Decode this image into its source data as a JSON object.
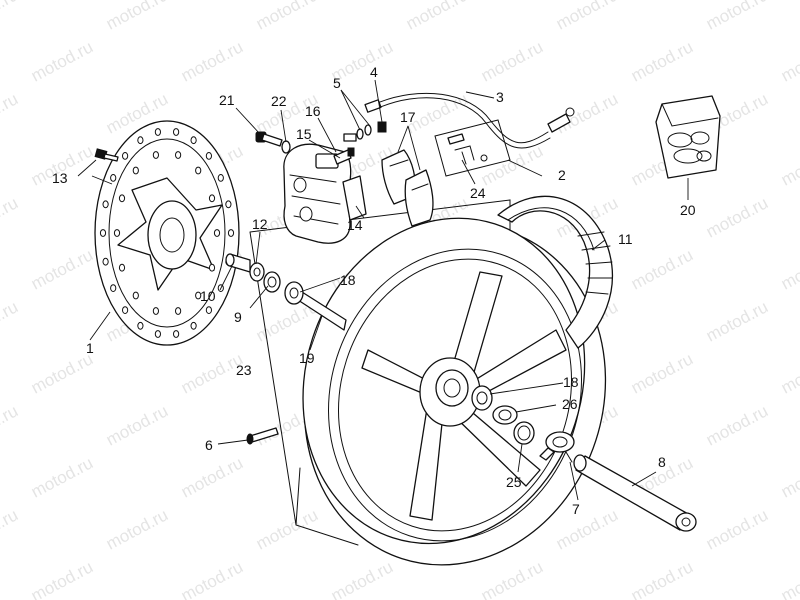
{
  "watermark": "motod.ru",
  "callouts": [
    {
      "id": "c1",
      "label": "1"
    },
    {
      "id": "c2",
      "label": "2"
    },
    {
      "id": "c3",
      "label": "3"
    },
    {
      "id": "c4",
      "label": "4"
    },
    {
      "id": "c5",
      "label": "5"
    },
    {
      "id": "c6",
      "label": "6"
    },
    {
      "id": "c7",
      "label": "7"
    },
    {
      "id": "c8",
      "label": "8"
    },
    {
      "id": "c9",
      "label": "9"
    },
    {
      "id": "c10",
      "label": "10"
    },
    {
      "id": "c11",
      "label": "11"
    },
    {
      "id": "c12",
      "label": "12"
    },
    {
      "id": "c13",
      "label": "13"
    },
    {
      "id": "c14",
      "label": "14"
    },
    {
      "id": "c15",
      "label": "15"
    },
    {
      "id": "c16",
      "label": "16"
    },
    {
      "id": "c17",
      "label": "17"
    },
    {
      "id": "c18a",
      "label": "18"
    },
    {
      "id": "c18b",
      "label": "18"
    },
    {
      "id": "c19",
      "label": "19"
    },
    {
      "id": "c20",
      "label": "20"
    },
    {
      "id": "c21",
      "label": "21"
    },
    {
      "id": "c22",
      "label": "22"
    },
    {
      "id": "c23",
      "label": "23"
    },
    {
      "id": "c24",
      "label": "24"
    },
    {
      "id": "c25",
      "label": "25"
    },
    {
      "id": "c26",
      "label": "26"
    }
  ]
}
